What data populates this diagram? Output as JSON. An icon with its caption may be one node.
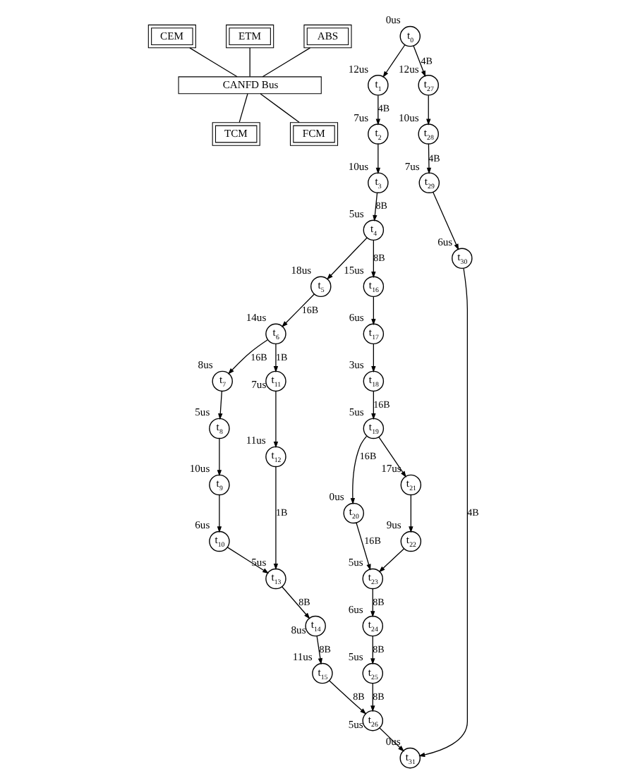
{
  "diagram": {
    "nodes": [
      {
        "text": [
          "CEM"
        ]
      },
      {
        "text": [
          "ETM"
        ]
      },
      {
        "text": [
          "ABS"
        ]
      },
      {
        "text": [
          "CANFD Bus"
        ]
      },
      {
        "text": [
          "TCM"
        ]
      },
      {
        "text": [
          "FCM"
        ]
      },
      {
        "text": [
          "t$_{0}$"
        ],
        "beside": [
          "0us"
        ]
      },
      {
        "text": [
          "t$_{1}$"
        ],
        "beside": [
          "12us"
        ]
      },
      {
        "text": [
          "t$_{2}$"
        ],
        "beside": [
          "7us"
        ]
      },
      {
        "text": [
          "t$_{3}$"
        ],
        "beside": [
          "10us"
        ]
      },
      {
        "text": [
          "t$_{4}$"
        ],
        "beside": [
          "5us"
        ]
      },
      {
        "text": [
          "t$_{5}$"
        ],
        "beside": [
          "18us"
        ]
      },
      {
        "text": [
          "t$_{6}$"
        ],
        "beside": [
          "14us"
        ]
      },
      {
        "text": [
          "t$_{7}$"
        ],
        "beside": [
          "8us"
        ]
      },
      {
        "text": [
          "t$_{8}$"
        ],
        "beside": [
          "5us"
        ]
      },
      {
        "text": [
          "t$_{9}$"
        ],
        "beside": [
          "10us"
        ]
      },
      {
        "text": [
          "t$_{10}$"
        ],
        "beside": [
          "6us"
        ]
      },
      {
        "text": [
          "t$_{11}$"
        ],
        "beside": [
          "7us"
        ]
      },
      {
        "text": [
          "t$_{12}$"
        ],
        "beside": [
          "11us"
        ]
      },
      {
        "text": [
          "t$_{13}$"
        ],
        "beside": [
          "5us"
        ]
      },
      {
        "text": [
          "t$_{14}$"
        ],
        "beside": [
          "8us"
        ]
      },
      {
        "text": [
          "t$_{15}$"
        ],
        "beside": [
          "11us"
        ]
      },
      {
        "text": [
          "t$_{16}$"
        ],
        "beside": [
          "15us"
        ]
      },
      {
        "text": [
          "t$_{17}$"
        ],
        "beside": [
          "6us"
        ]
      },
      {
        "text": [
          "t$_{18}$"
        ],
        "beside": [
          "3us"
        ]
      },
      {
        "text": [
          "t$_{19}$"
        ],
        "beside": [
          "5us"
        ]
      },
      {
        "text": [
          "t$_{20}$"
        ],
        "beside": [
          "0us"
        ]
      },
      {
        "text": [
          "t$_{21}$"
        ],
        "beside": [
          "17us"
        ]
      },
      {
        "text": [
          "t$_{22}$"
        ],
        "beside": [
          "9us"
        ]
      },
      {
        "text": [
          "t$_{23}$"
        ],
        "beside": [
          "5us"
        ]
      },
      {
        "text": [
          "t$_{24}$"
        ],
        "beside": [
          "6us"
        ]
      },
      {
        "text": [
          "t$_{25}$"
        ],
        "beside": [
          "5us"
        ]
      },
      {
        "text": [
          "t$_{26}$"
        ],
        "beside": [
          "5us"
        ]
      },
      {
        "text": [
          "t$_{27}$"
        ],
        "beside": [
          "12us"
        ]
      },
      {
        "text": [
          "t$_{28}$"
        ],
        "beside": [
          "10us"
        ]
      },
      {
        "text": [
          "t$_{29}$"
        ],
        "beside": [
          "7us"
        ]
      },
      {
        "text": [
          "t$_{30}$"
        ],
        "beside": [
          "6us"
        ]
      },
      {
        "text": [
          "t$_{31}$"
        ],
        "beside": [
          "0us"
        ]
      }
    ],
    "edges": [
      {
        "from": 0,
        "to": 3,
        "arrow": "none"
      },
      {
        "from": 1,
        "to": 3,
        "arrow": "none"
      },
      {
        "from": 2,
        "to": 3,
        "arrow": "none"
      },
      {
        "from": 3,
        "to": 4,
        "arrow": "none"
      },
      {
        "from": 3,
        "to": 5,
        "arrow": "none"
      },
      {
        "from": 6,
        "to": 7,
        "arrow": "to"
      },
      {
        "from": 6,
        "to": 33,
        "arrow": "to",
        "label": "4B"
      },
      {
        "from": 7,
        "to": 8,
        "arrow": "to",
        "label": "4B"
      },
      {
        "from": 8,
        "to": 9,
        "arrow": "to"
      },
      {
        "from": 9,
        "to": 10,
        "arrow": "to",
        "label": "8B"
      },
      {
        "from": 10,
        "to": 11,
        "arrow": "to"
      },
      {
        "from": 10,
        "to": 22,
        "arrow": "to",
        "label": "8B"
      },
      {
        "from": 11,
        "to": 12,
        "arrow": "to",
        "label": "16B"
      },
      {
        "from": 12,
        "to": 13,
        "arrow": "to",
        "label": "16B"
      },
      {
        "from": 12,
        "to": 17,
        "arrow": "to",
        "label": "1B"
      },
      {
        "from": 13,
        "to": 14,
        "arrow": "to"
      },
      {
        "from": 14,
        "to": 15,
        "arrow": "to"
      },
      {
        "from": 15,
        "to": 16,
        "arrow": "to"
      },
      {
        "from": 16,
        "to": 19,
        "arrow": "to"
      },
      {
        "from": 17,
        "to": 18,
        "arrow": "to"
      },
      {
        "from": 18,
        "to": 19,
        "arrow": "to",
        "label": "1B"
      },
      {
        "from": 19,
        "to": 20,
        "arrow": "to",
        "label": "8B"
      },
      {
        "from": 20,
        "to": 21,
        "arrow": "to",
        "label": "8B"
      },
      {
        "from": 21,
        "to": 32,
        "arrow": "to",
        "label": "8B"
      },
      {
        "from": 22,
        "to": 23,
        "arrow": "to"
      },
      {
        "from": 23,
        "to": 24,
        "arrow": "to"
      },
      {
        "from": 24,
        "to": 25,
        "arrow": "to",
        "label": "16B"
      },
      {
        "from": 25,
        "to": 26,
        "arrow": "to",
        "label": "16B"
      },
      {
        "from": 25,
        "to": 27,
        "arrow": "to"
      },
      {
        "from": 26,
        "to": 29,
        "arrow": "to",
        "label": "16B"
      },
      {
        "from": 27,
        "to": 28,
        "arrow": "to"
      },
      {
        "from": 28,
        "to": 29,
        "arrow": "to"
      },
      {
        "from": 29,
        "to": 30,
        "arrow": "to",
        "label": "8B"
      },
      {
        "from": 30,
        "to": 31,
        "arrow": "to",
        "label": "8B"
      },
      {
        "from": 31,
        "to": 32,
        "arrow": "to",
        "label": "8B"
      },
      {
        "from": 32,
        "to": 37,
        "arrow": "to"
      },
      {
        "from": 33,
        "to": 34,
        "arrow": "to"
      },
      {
        "from": 34,
        "to": 35,
        "arrow": "to",
        "label": "4B"
      },
      {
        "from": 35,
        "to": 36,
        "arrow": "to"
      },
      {
        "from": 36,
        "to": 37,
        "arrow": "to",
        "label": "4B"
      }
    ]
  }
}
